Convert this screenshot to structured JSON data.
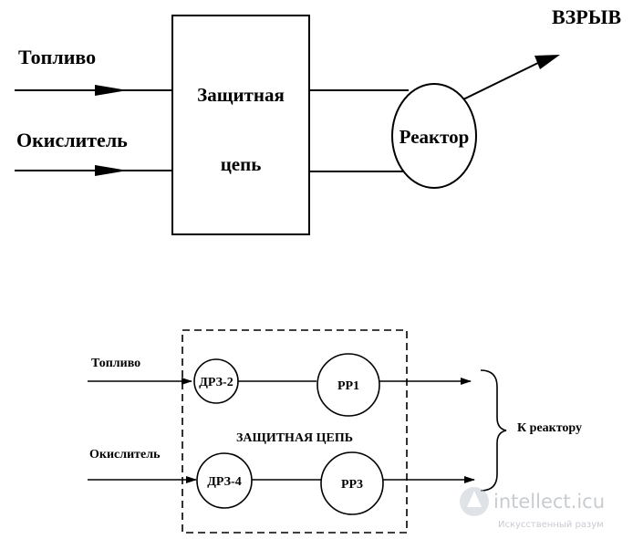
{
  "top_diagram": {
    "fuel_label": "Топливо",
    "oxidizer_label": "Окислитель",
    "block_line1": "Защитная",
    "block_line2": "цепь",
    "reactor_label": "Реактор",
    "explosion_label": "ВЗРЫВ"
  },
  "bottom_diagram": {
    "fuel_label": "Топливо",
    "oxidizer_label": "Окислитель",
    "node_drz2": "ДРЗ-2",
    "node_rr1": "РР1",
    "node_drz4": "ДРЗ-4",
    "node_rr3": "РР3",
    "chain_label": "ЗАЩИТНАЯ ЦЕПЬ",
    "to_reactor_label": "К реактору"
  },
  "watermark": {
    "site": "intellect.icu",
    "tagline": "Искусственный разум",
    "brand_color": "#9aa3ad"
  }
}
